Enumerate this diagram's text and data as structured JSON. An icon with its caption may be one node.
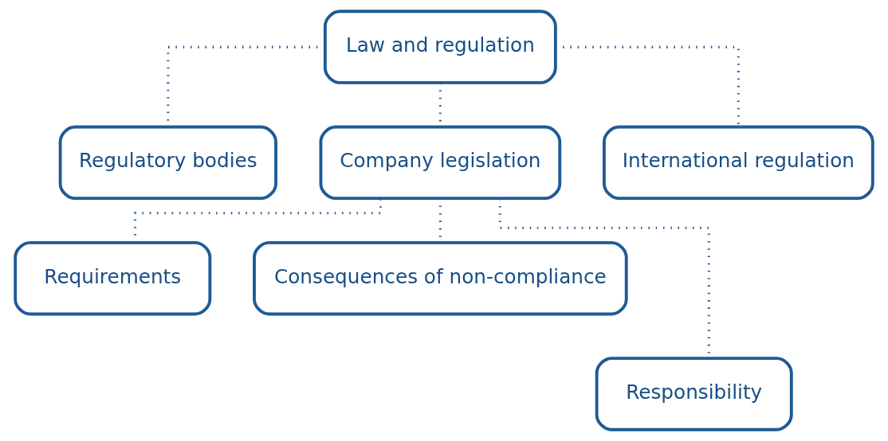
{
  "diagram": {
    "nodes": [
      {
        "text": [
          "Law and regulation"
        ]
      },
      {
        "text": [
          "Regulatory bodies"
        ]
      },
      {
        "text": [
          "Company legislation"
        ]
      },
      {
        "text": [
          "International regulation"
        ]
      },
      {
        "text": [
          "Requirements"
        ]
      },
      {
        "text": [
          "Consequences of non-compliance"
        ]
      },
      {
        "text": [
          "Responsibility"
        ]
      }
    ],
    "edges": [
      {
        "from": 0,
        "to": 1,
        "arrow": "none"
      },
      {
        "from": 0,
        "to": 2,
        "arrow": "none"
      },
      {
        "from": 0,
        "to": 3,
        "arrow": "none"
      },
      {
        "from": 2,
        "to": 4,
        "arrow": "none"
      },
      {
        "from": 2,
        "to": 5,
        "arrow": "none"
      },
      {
        "from": 2,
        "to": 6,
        "arrow": "none"
      }
    ]
  }
}
